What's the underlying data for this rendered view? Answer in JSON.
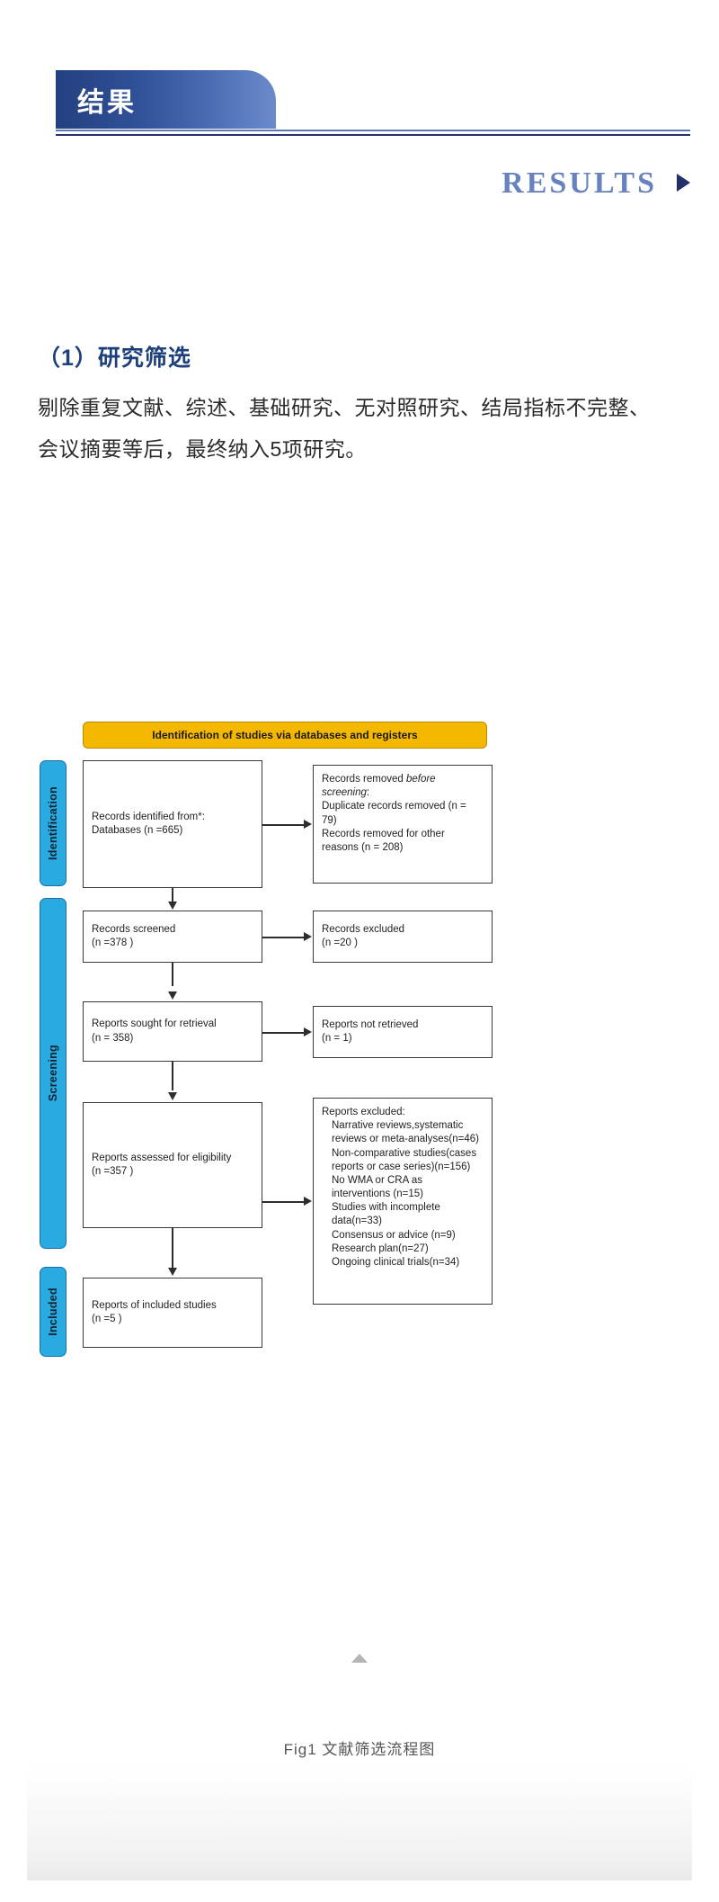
{
  "header": {
    "banner_title": "结果",
    "results_label": "RESULTS",
    "arrow_icon": "triangle-right-icon",
    "accent_dark": "#24306b",
    "accent_light": "#6782bd"
  },
  "body": {
    "section_heading": "（1）研究筛选",
    "paragraph": "剔除重复文献、综述、基础研究、无对照研究、结局指标不完整、会议摘要等后，最终纳入5项研究。"
  },
  "figure": {
    "caption": "Fig1 文献筛选流程图",
    "collapse_icon": "triangle-up-icon",
    "flow_header": "Identification of studies via databases and registers",
    "stages": [
      {
        "label": "Identification"
      },
      {
        "label": "Screening"
      },
      {
        "label": "Included"
      }
    ],
    "boxes": {
      "identified": "Records identified from*:\nDatabases (n =665)",
      "removed_before_screening_line1": "Records removed ",
      "removed_before_screening_em": "before screening",
      "removed_before_screening_rest": ":\nDuplicate records removed  (n = 79)\nRecords removed for other reasons (n = 208)",
      "records_screened": "Records screened\n(n =378 )",
      "records_excluded": "Records excluded\n(n =20 )",
      "reports_sought": "Reports sought for retrieval\n(n = 358)",
      "reports_not_retrieved": "Reports not retrieved\n(n = 1)",
      "reports_assessed": "Reports assessed for eligibility\n(n =357 )",
      "reports_excluded_title": "Reports excluded:",
      "reports_excluded_items": "Narrative reviews,systematic reviews or meta-analyses(n=46)\nNon-comparative studies(cases reports or case series)(n=156)\nNo WMA or CRA as interventions (n=15)\nStudies with incomplete data(n=33)\nConsensus or advice (n=9)\nResearch plan(n=27)\nOngoing clinical trials(n=34)",
      "included_studies": "Reports of included studies\n(n =5 )"
    },
    "colors": {
      "header_fill": "#f5b800",
      "stage_fill": "#29abe2",
      "box_border": "#3a3a3a"
    }
  },
  "chart_data": {
    "type": "diagram",
    "title": "Fig1 文献筛选流程图",
    "nodes": [
      {
        "id": "identified",
        "stage": "Identification",
        "label": "Records identified from*: Databases",
        "n": 665
      },
      {
        "id": "removed_duplicates",
        "stage": "Identification",
        "label": "Duplicate records removed",
        "n": 79
      },
      {
        "id": "removed_other",
        "stage": "Identification",
        "label": "Records removed for other reasons",
        "n": 208
      },
      {
        "id": "screened",
        "stage": "Screening",
        "label": "Records screened",
        "n": 378
      },
      {
        "id": "excluded",
        "stage": "Screening",
        "label": "Records excluded",
        "n": 20
      },
      {
        "id": "sought",
        "stage": "Screening",
        "label": "Reports sought for retrieval",
        "n": 358
      },
      {
        "id": "not_retrieved",
        "stage": "Screening",
        "label": "Reports not retrieved",
        "n": 1
      },
      {
        "id": "assessed",
        "stage": "Screening",
        "label": "Reports assessed for eligibility",
        "n": 357
      },
      {
        "id": "excl_narrative",
        "stage": "Screening",
        "label": "Narrative reviews,systematic reviews or meta-analyses",
        "n": 46
      },
      {
        "id": "excl_noncomparative",
        "stage": "Screening",
        "label": "Non-comparative studies(cases reports or case series)",
        "n": 156
      },
      {
        "id": "excl_nowma",
        "stage": "Screening",
        "label": "No WMA or CRA as interventions",
        "n": 15
      },
      {
        "id": "excl_incomplete",
        "stage": "Screening",
        "label": "Studies with incomplete data",
        "n": 33
      },
      {
        "id": "excl_consensus",
        "stage": "Screening",
        "label": "Consensus or advice",
        "n": 9
      },
      {
        "id": "excl_plan",
        "stage": "Screening",
        "label": "Research plan",
        "n": 27
      },
      {
        "id": "excl_ongoing",
        "stage": "Screening",
        "label": "Ongoing clinical trials",
        "n": 34
      },
      {
        "id": "included",
        "stage": "Included",
        "label": "Reports of included studies",
        "n": 5
      }
    ]
  }
}
